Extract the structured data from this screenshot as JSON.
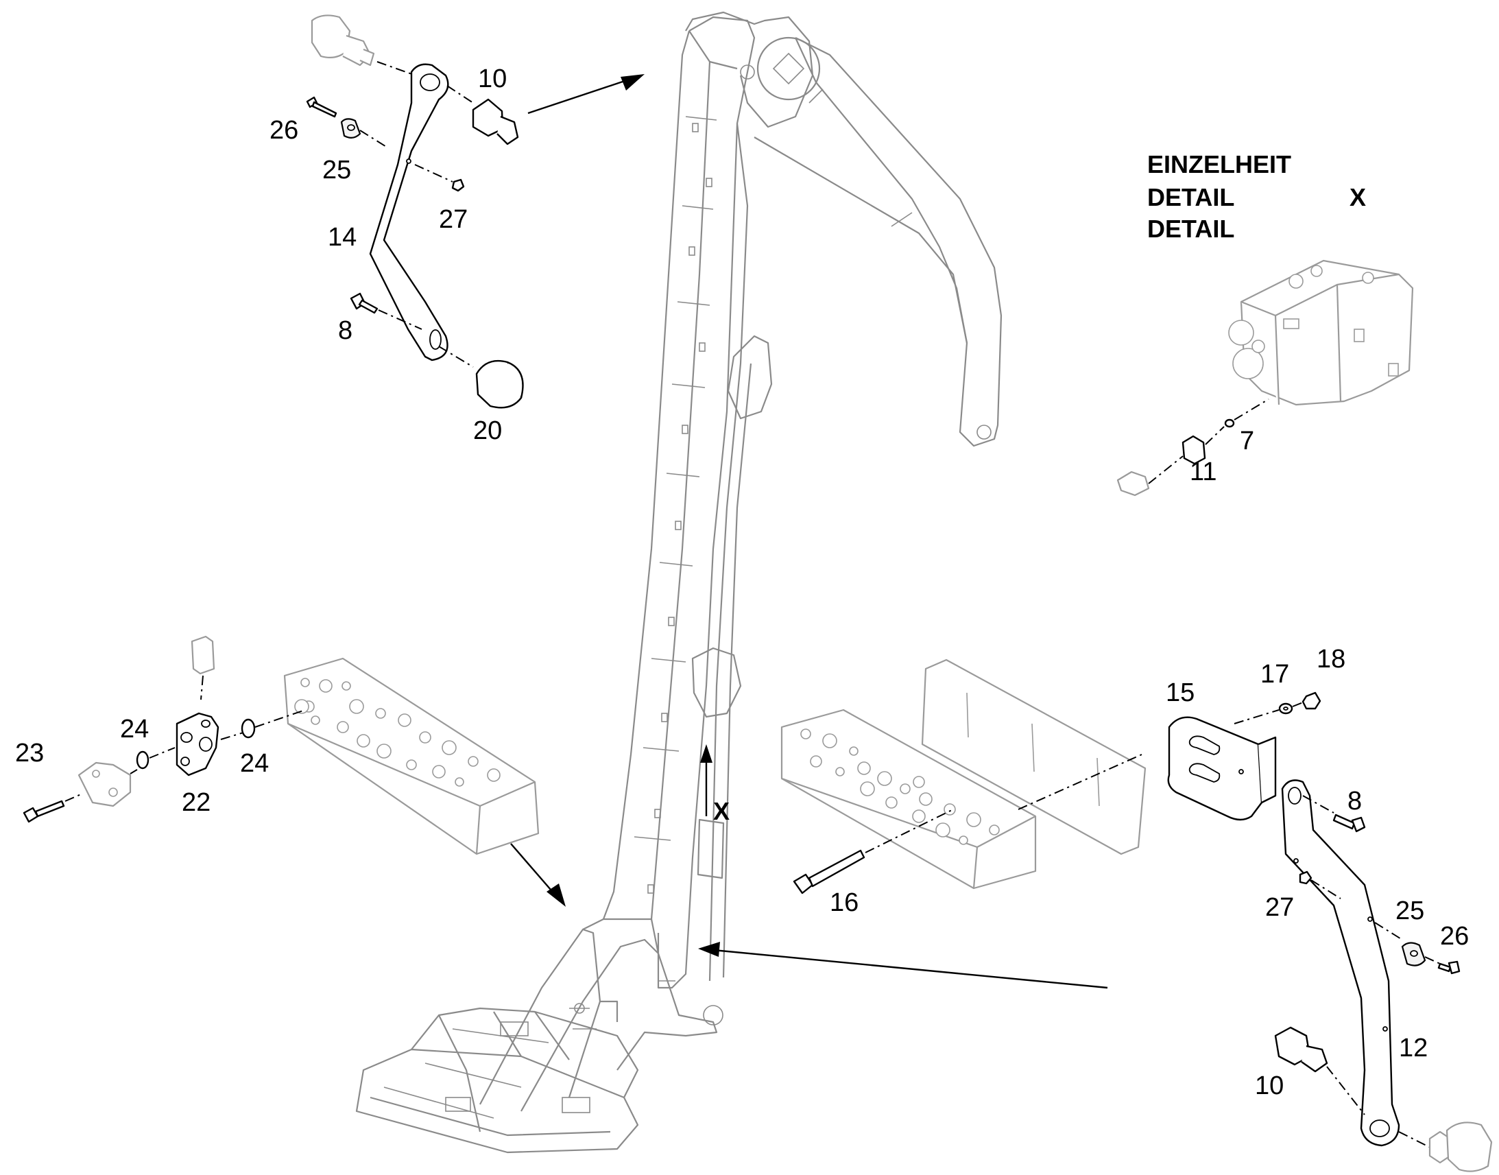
{
  "detail_heading": {
    "line1": "EINZELHEIT",
    "line2": "DETAIL",
    "line3": "DETAIL",
    "ref": "X"
  },
  "view_marker": "X",
  "callouts": {
    "top_left": {
      "p10": "10",
      "p26": "26",
      "p25": "25",
      "p27": "27",
      "p14": "14",
      "p8": "8",
      "p20": "20"
    },
    "detail": {
      "p11": "11",
      "p7": "7"
    },
    "left_block": {
      "p23": "23",
      "p24a": "24",
      "p24b": "24",
      "p22": "22"
    },
    "right_block": {
      "p16": "16",
      "p15": "15",
      "p17": "17",
      "p18": "18"
    },
    "bottom_right": {
      "p8": "8",
      "p27": "27",
      "p25": "25",
      "p26": "26",
      "p12": "12",
      "p10": "10"
    }
  }
}
